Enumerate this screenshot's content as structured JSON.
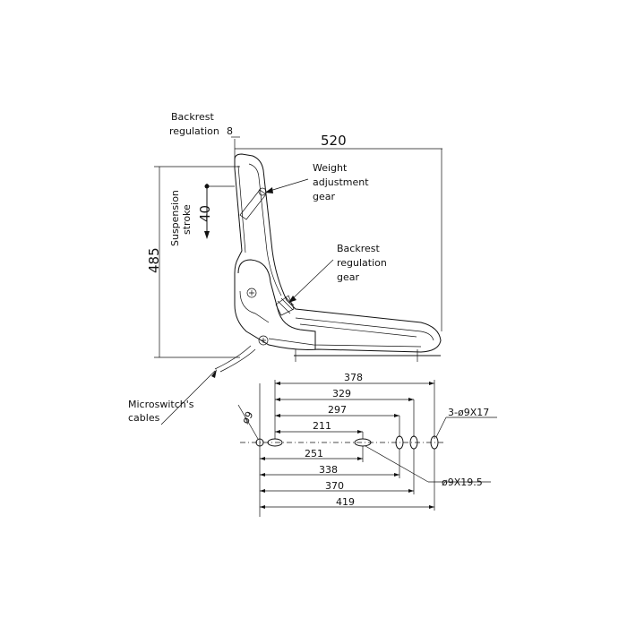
{
  "labels": {
    "backrest_regulation_top": [
      "Backrest",
      "regulation"
    ],
    "backrest_offset": "8",
    "overall_length": "520",
    "weight_adjustment": [
      "Weight",
      "adjustment",
      "gear"
    ],
    "suspension_stroke": [
      "Suspension",
      "stroke"
    ],
    "stroke_value": "40",
    "overall_height": "485",
    "backrest_regulation_gear": [
      "Backrest",
      "regulation",
      "gear"
    ],
    "microswitch_cables": [
      "Microswitch's",
      "cables"
    ]
  },
  "base_plan": {
    "left_hole": "ø9",
    "right_holes": "3-ø9X17",
    "slot": "ø9X19.5",
    "top_dims": [
      "378",
      "329",
      "297",
      "211"
    ],
    "bottom_dims": [
      "251",
      "338",
      "370",
      "419"
    ]
  }
}
